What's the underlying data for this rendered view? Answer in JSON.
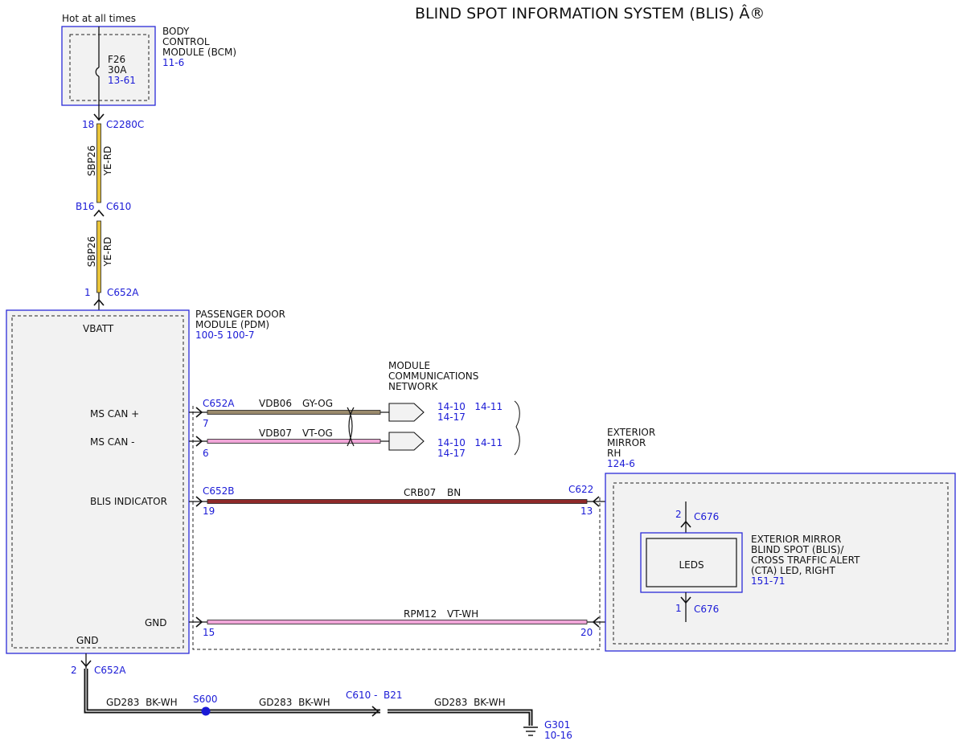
{
  "title": "BLIND SPOT INFORMATION SYSTEM (BLIS) Â®",
  "colors": {
    "ref_blue": "#1a1ad6",
    "module_border": "#2b2bd8",
    "wire_yellow": "#e8c33a",
    "wire_gray_orange": "#9a8a6c",
    "wire_violet": "#f0a6d8",
    "wire_brown": "#8f2a2a",
    "wire_black": "#111111"
  },
  "power": {
    "label": "Hot at all times"
  },
  "bcm": {
    "name_lines": [
      "BODY",
      "CONTROL",
      "MODULE (BCM)"
    ],
    "ref": "11-6",
    "fuse": {
      "id": "F26",
      "rating": "30A",
      "ref": "13-61"
    }
  },
  "bcm_connector": {
    "pin": "18",
    "id": "C2280C"
  },
  "wire_sbp26_a": {
    "circuit": "SBP26",
    "color": "YE-RD"
  },
  "inline_c610": {
    "pin": "B16",
    "id": "C610"
  },
  "wire_sbp26_b": {
    "circuit": "SBP26",
    "color": "YE-RD"
  },
  "pdm_power_connector": {
    "pin": "1",
    "id": "C652A"
  },
  "pdm": {
    "name_lines": [
      "PASSENGER DOOR",
      "MODULE (PDM)"
    ],
    "refs": "100-5 100-7",
    "pins": {
      "vbatt": "VBATT",
      "ms_can_plus": "MS CAN +",
      "ms_can_minus": "MS CAN -",
      "blis_indicator": "BLIS INDICATOR",
      "gnd_right": "GND",
      "gnd_bottom": "GND"
    }
  },
  "network": {
    "label_lines": [
      "MODULE",
      "COMMUNICATIONS",
      "NETWORK"
    ],
    "connector": "C652A",
    "can_plus": {
      "pin": "7",
      "circuit": "VDB06",
      "color": "GY-OG",
      "refs_line1": "14-10   14-11",
      "refs_line2": "14-17"
    },
    "can_minus": {
      "pin": "6",
      "circuit": "VDB07",
      "color": "VT-OG",
      "refs_line1": "14-10   14-11",
      "refs_line2": "14-17"
    }
  },
  "blis_wire": {
    "pdm_connector": "C652B",
    "pdm_pin": "19",
    "circuit": "CRB07",
    "color": "BN",
    "mirror_connector": "C622",
    "mirror_pin": "13"
  },
  "gnd_wire": {
    "pdm_pin": "15",
    "circuit": "RPM12",
    "color": "VT-WH",
    "mirror_pin": "20"
  },
  "mirror": {
    "name_lines": [
      "EXTERIOR",
      "MIRROR",
      "RH"
    ],
    "ref": "124-6",
    "led_top": {
      "pin": "2",
      "connector": "C676"
    },
    "led_bottom": {
      "pin": "1",
      "connector": "C676"
    },
    "led_label": "LEDS",
    "led_desc_lines": [
      "EXTERIOR MIRROR",
      "BLIND SPOT (BLIS)/",
      "CROSS TRAFFIC ALERT",
      "(CTA) LED, RIGHT"
    ],
    "led_ref": "151-71"
  },
  "ground": {
    "pdm_pin": "2",
    "pdm_connector": "C652A",
    "seg1": "GD283  BK-WH",
    "splice": "S600",
    "seg2": "GD283  BK-WH",
    "inline_connector": "C610 -  B21",
    "seg3": "GD283  BK-WH",
    "ground_id": "G301",
    "ground_ref": "10-16"
  }
}
